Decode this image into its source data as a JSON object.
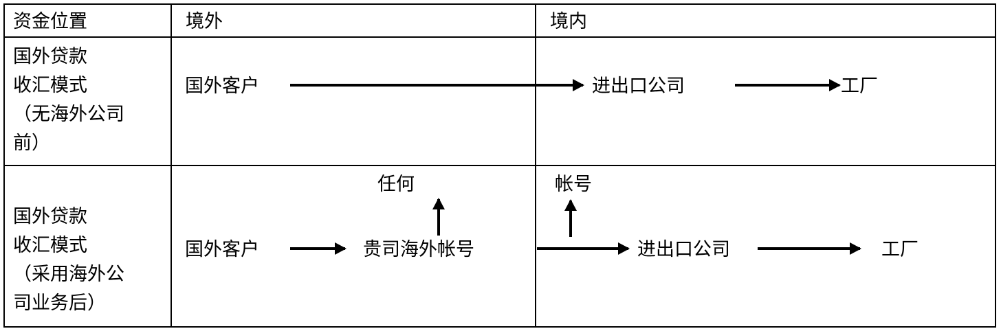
{
  "table": {
    "headers": {
      "col1": "资金位置",
      "col2": "境外",
      "col3": "境内"
    },
    "rows": [
      {
        "label": "国外贷款\n收汇模式\n（无海外公司\n前）",
        "offshore": {
          "node1": "国外客户"
        },
        "onshore": {
          "node1": "进出口公司",
          "node2": "工厂"
        }
      },
      {
        "label": "国外贷款\n收汇模式\n（采用海外公\n司业务后）",
        "offshore": {
          "node1": "国外客户",
          "node2": "贵司海外帐号",
          "annotation": "任何"
        },
        "onshore": {
          "node1": "进出口公司",
          "node2": "工厂",
          "annotation": "帐号"
        }
      }
    ]
  },
  "colors": {
    "border": "#000000",
    "text": "#000000",
    "background": "#ffffff"
  }
}
